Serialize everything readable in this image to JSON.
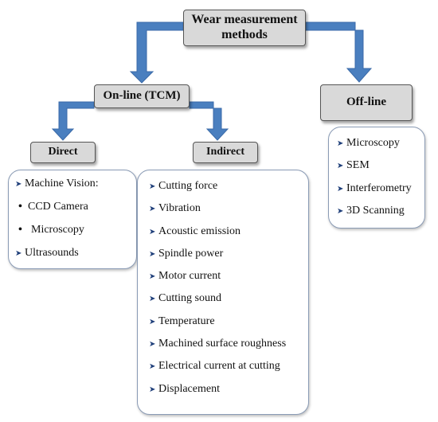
{
  "root": {
    "title_line1": "Wear measurement",
    "title_line2": "methods"
  },
  "online": {
    "label": "On-line (TCM)"
  },
  "offline": {
    "label": "Off-line",
    "items": [
      "Microscopy",
      "SEM",
      "Interferometry",
      "3D Scanning"
    ]
  },
  "direct": {
    "label": "Direct",
    "items": [
      {
        "marker": "arrow",
        "text": "Machine Vision:"
      },
      {
        "marker": "dot",
        "text": "CCD Camera"
      },
      {
        "marker": "dot",
        "text": "Microscopy"
      },
      {
        "marker": "arrow",
        "text": "Ultrasounds"
      }
    ]
  },
  "indirect": {
    "label": "Indirect",
    "items": [
      "Cutting force",
      "Vibration",
      "Acoustic emission",
      "Spindle power",
      "Motor current",
      "Cutting sound",
      "Temperature",
      "Machined surface roughness",
      "Electrical current at cutting",
      "Displacement"
    ]
  },
  "colors": {
    "node_fill": "#d9d9d9",
    "arrow": "#4a7fbf",
    "arrow_edge": "#3a6aa8",
    "panel_border": "#8a9bb5",
    "list_marker": "#1f3f7a"
  },
  "icons": {
    "arrow_marker": "right-arrowhead-icon",
    "dot_marker": "bullet-dot-icon"
  }
}
